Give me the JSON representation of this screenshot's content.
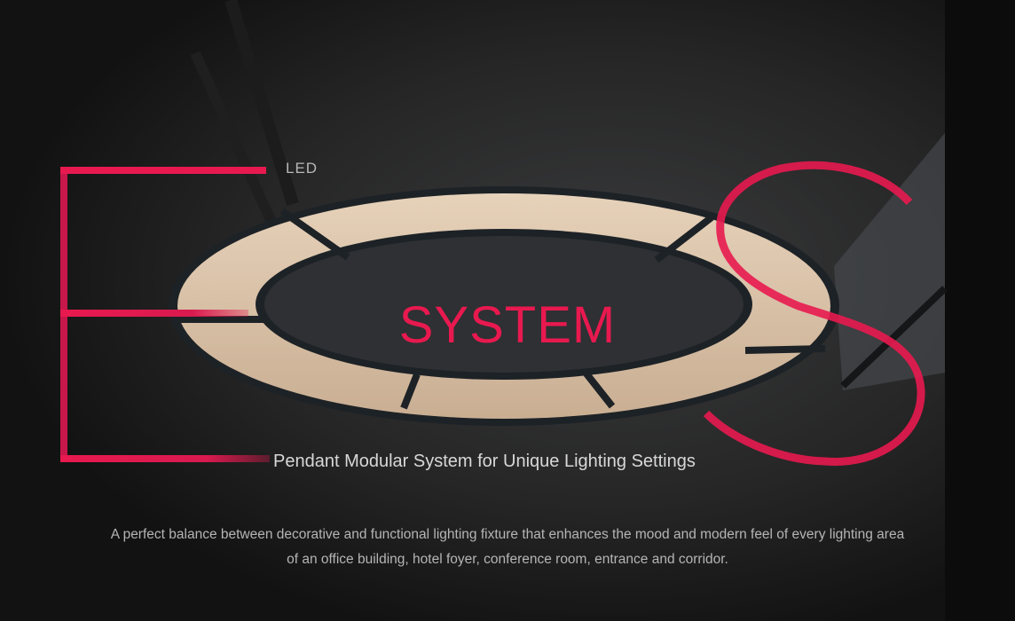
{
  "hero": {
    "tag": "LED",
    "title": "SYSTEM",
    "subtitle": "Pendant Modular System for Unique Lighting Settings",
    "description_line1": "A perfect balance between decorative and functional lighting fixture that enhances the mood and modern feel of every lighting area",
    "description_line2": "of an office building, hotel foyer, conference room, entrance and corridor."
  },
  "colors": {
    "accent": "#e8194f",
    "background": "#1a1a1a",
    "panel": "#d8c2a8"
  }
}
